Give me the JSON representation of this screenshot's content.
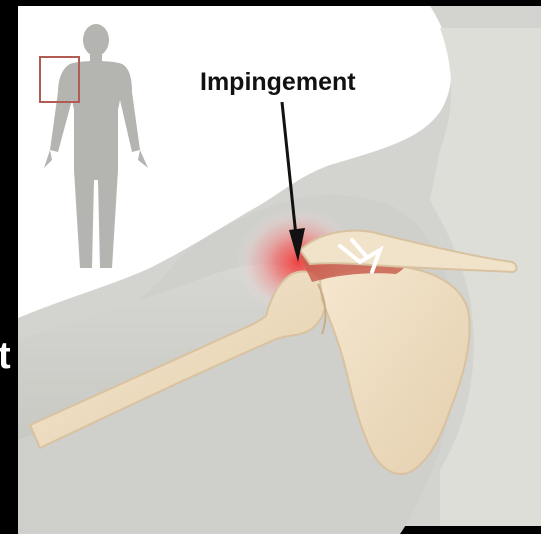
{
  "labels": {
    "impingement": "Impingement",
    "edge_fragment": "t"
  },
  "colors": {
    "frame": "#000000",
    "background_panel": "#d3d3cf",
    "light_shape": "#ffffff",
    "silhouette": "#b4b4b0",
    "locator_box": "#b15b55",
    "bone": "#eddcc0",
    "bone_shadow": "#d9c2a0",
    "muscle": "#c9604f",
    "inflammation": "#f03a3a",
    "arrow": "#111111",
    "label_text": "#111111"
  },
  "icons": {
    "figure": "human-silhouette-icon",
    "locator": "shoulder-locator-box",
    "pointer": "arrow-down-icon"
  }
}
